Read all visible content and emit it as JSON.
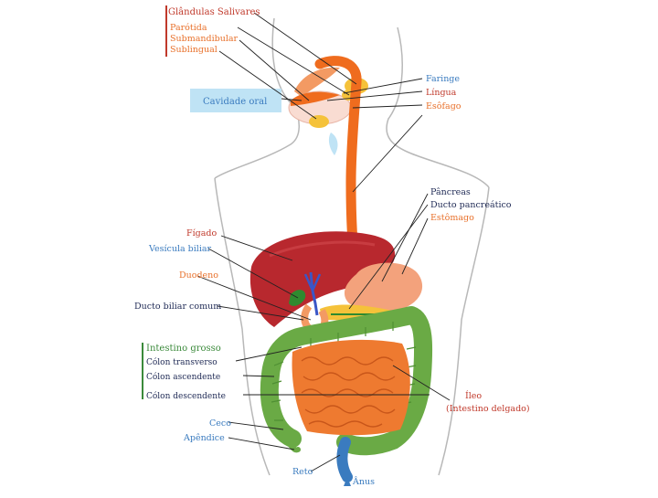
{
  "labels": {
    "salivary_glands": "Glândulas Salivares",
    "parotid": "Parótida",
    "submandibular": "Submandibular",
    "sublingual": "Sublingual",
    "oral_cavity": "Cavidade oral",
    "pharynx": "Faringe",
    "tongue": "Língua",
    "esophagus": "Esôfago",
    "pancreas": "Pâncreas",
    "pancreatic_duct": "Ducto pancreático",
    "stomach": "Estômago",
    "liver": "Fígado",
    "gallbladder": "Vesícula biliar",
    "duodenum": "Duodeno",
    "common_bile_duct": "Ducto biliar comum",
    "large_intestine": "Intestino grosso",
    "transverse_colon": "Cólon transverso",
    "ascending_colon": "Cólon ascendente",
    "descending_colon": "Cólon descendente",
    "ileum": "Íleo",
    "small_intestine": "(Intestino delgado)",
    "cecum": "Ceco",
    "appendix": "Apêndice",
    "rectum": "Reto",
    "anus": "Ânus"
  },
  "colors": {
    "label_red": "#c0392b",
    "label_orange": "#e8702a",
    "label_blue": "#3a7bbf",
    "label_green": "#3b8a3b",
    "label_dark": "#1f2a55",
    "oral_box": "#bfe3f5",
    "esophagus": "#ef6c1e",
    "liver": "#b8282e",
    "stomach": "#f3a27c",
    "small_intestine": "#ee7a30",
    "colon": "#6aaa45",
    "body_outline": "#b8b8b8"
  }
}
